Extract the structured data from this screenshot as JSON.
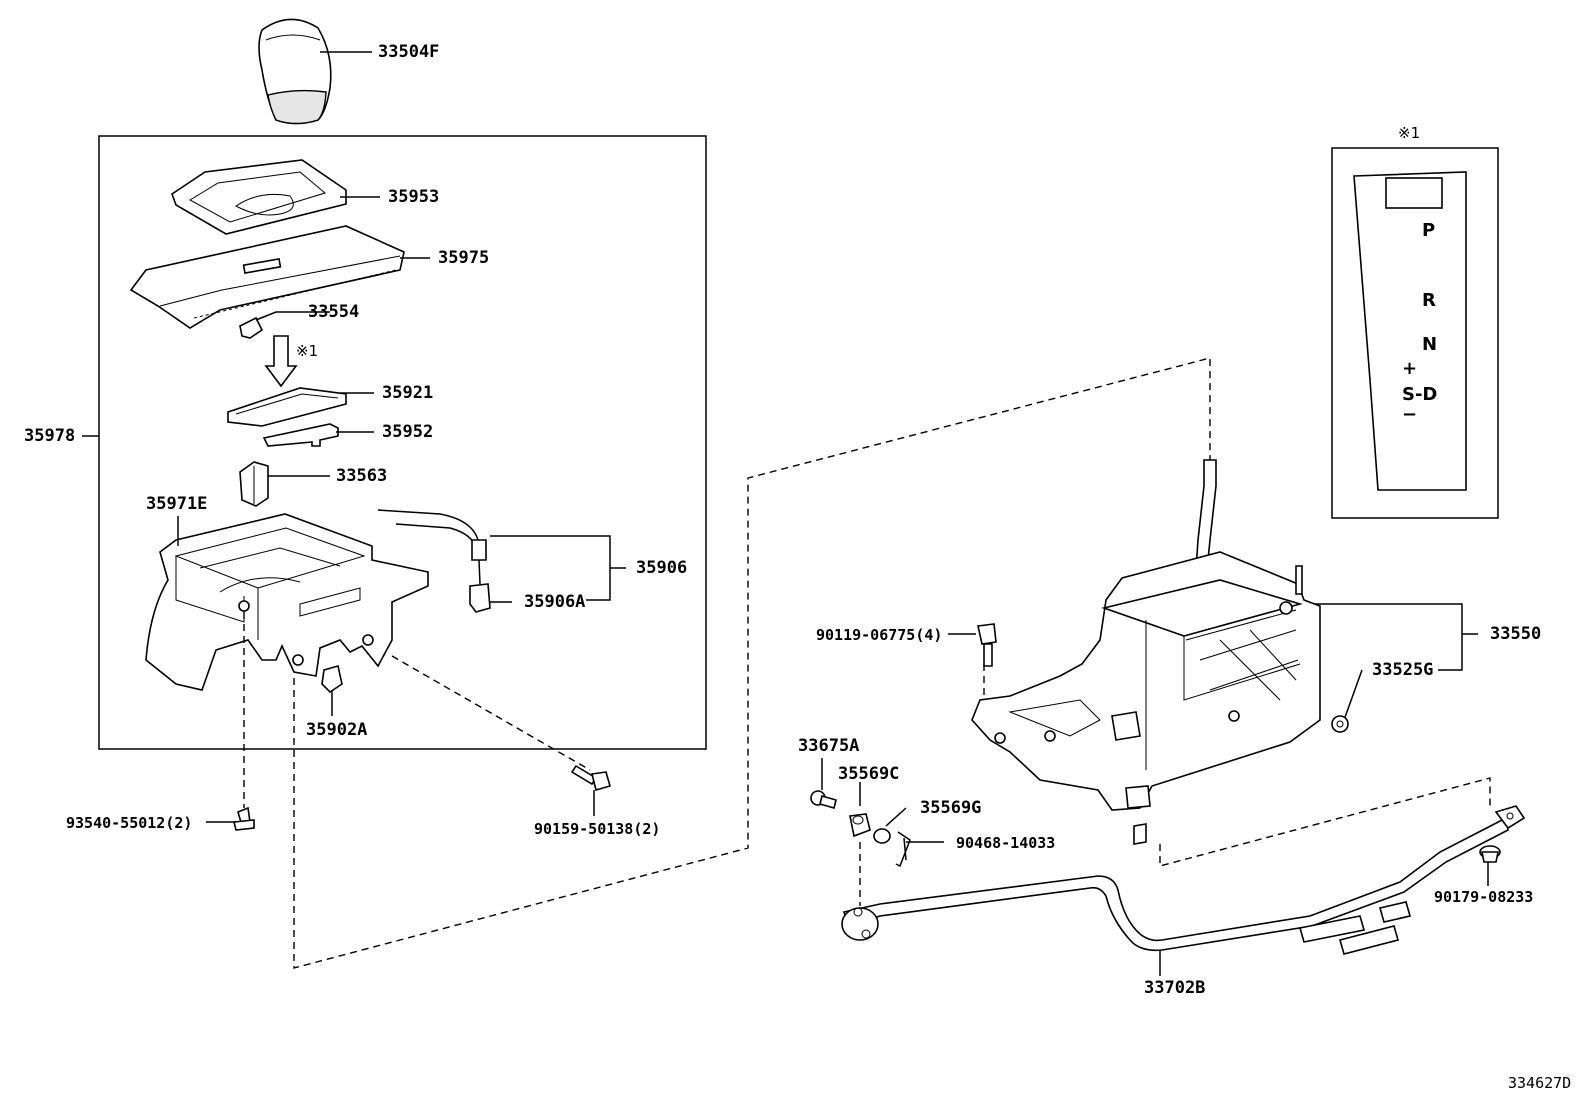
{
  "labels": {
    "knob": "33504F",
    "bezel": "35953",
    "cover": "35975",
    "spring": "33554",
    "indicator_plate": "35921",
    "light_bracket": "35952",
    "switch": "33563",
    "housing": "35971E",
    "wire": "35906",
    "wire_sub": "35906A",
    "cap": "35902A",
    "assembly": "35978",
    "screw_left": "93540-55012(2)",
    "bolt_mid": "90159-50138(2)",
    "bolt_top": "90119-06775(4)",
    "shift_lever_assy": "33550",
    "washer_right": "33525G",
    "pin": "33675A",
    "bushing_c": "35569C",
    "bushing_g": "35569G",
    "clip": "90468-14033",
    "nut": "90179-08233",
    "rod": "33702B",
    "diagram_id": "334627D"
  },
  "inset": {
    "note_mark": "※1",
    "gears": [
      "P",
      "R",
      "N",
      "+",
      "S-D",
      "−"
    ]
  },
  "arrow_note": "※1"
}
